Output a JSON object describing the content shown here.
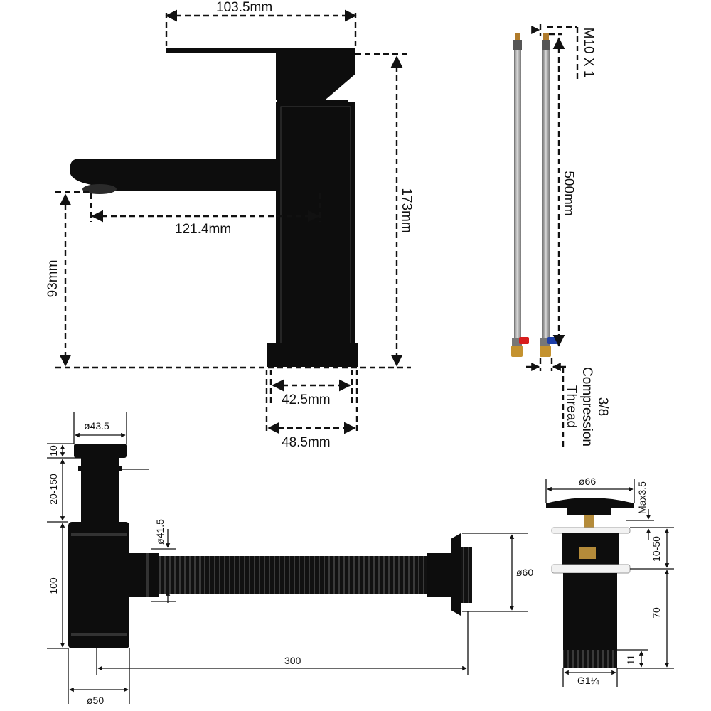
{
  "faucet": {
    "spout_top_width": "103.5mm",
    "spout_reach": "121.4mm",
    "total_height": "173mm",
    "spout_height": "93mm",
    "base_inner_width": "42.5mm",
    "base_outer_width": "48.5mm"
  },
  "hoses": {
    "inlet_thread": "M10 X 1",
    "hose_length": "500mm",
    "outlet_thread_line1": "3/8",
    "outlet_thread_line2": "Compression",
    "outlet_thread_line3": "Thread",
    "valve_colors": {
      "hot": "#d81e1e",
      "cold": "#1e3fa8"
    }
  },
  "bottle_trap": {
    "cap_diameter": "ø43.5",
    "cap_height": "10",
    "adjust_range": "20-150",
    "body_height": "100",
    "pipe_diameter": "ø41.5",
    "flange_diameter": "ø60",
    "pipe_length": "300",
    "body_diameter": "ø50"
  },
  "pop_up_drain": {
    "cap_diameter": "ø66",
    "cap_gap": "Max3.5",
    "flange_range": "10-50",
    "body_height": "70",
    "thread_height": "11",
    "thread_size": "G1¼"
  }
}
